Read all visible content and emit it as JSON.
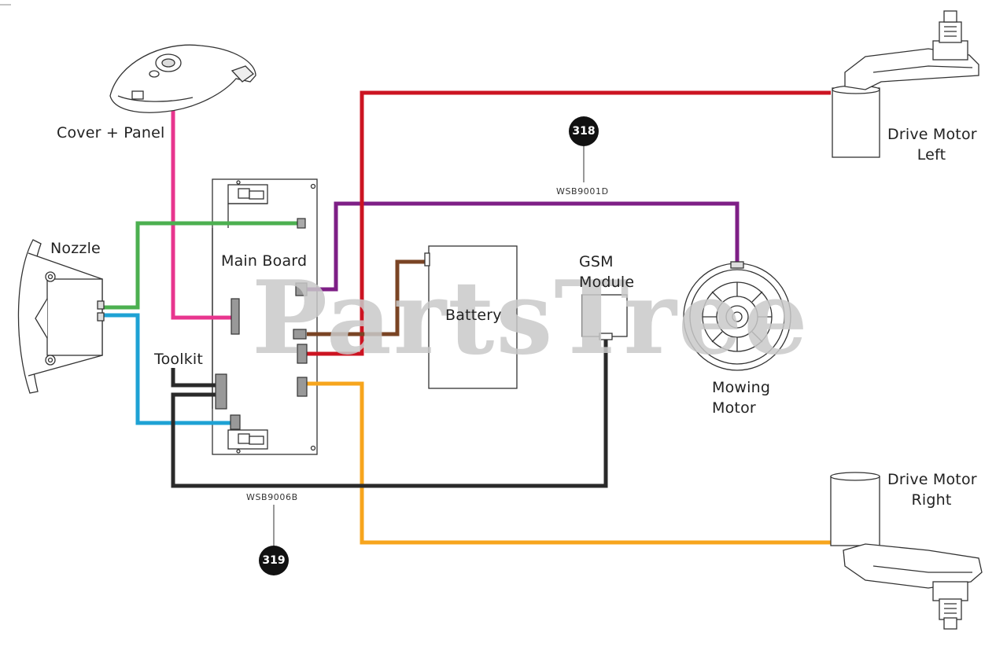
{
  "components": {
    "cover_panel": "Cover + Panel",
    "nozzle": "Nozzle",
    "main_board": "Main Board",
    "toolkit": "Toolkit",
    "battery": "Battery",
    "gsm_module": "GSM\nModule",
    "mowing_motor": "Mowing\nMotor",
    "drive_motor_left": "Drive Motor\nLeft",
    "drive_motor_right": "Drive Motor\nRight"
  },
  "harnesses": {
    "top": {
      "callout": "318",
      "part_number": "WSB9001D"
    },
    "bottom": {
      "callout": "319",
      "part_number": "WSB9006B"
    }
  },
  "watermark": "PartsTree",
  "wire_colors": {
    "pink": "#e8358e",
    "green": "#4cb050",
    "blue": "#1ea2d4",
    "purple": "#7e1f86",
    "red": "#cc1422",
    "brown": "#7a4424",
    "orange": "#f7a51d",
    "black": "#2a2a2a"
  }
}
